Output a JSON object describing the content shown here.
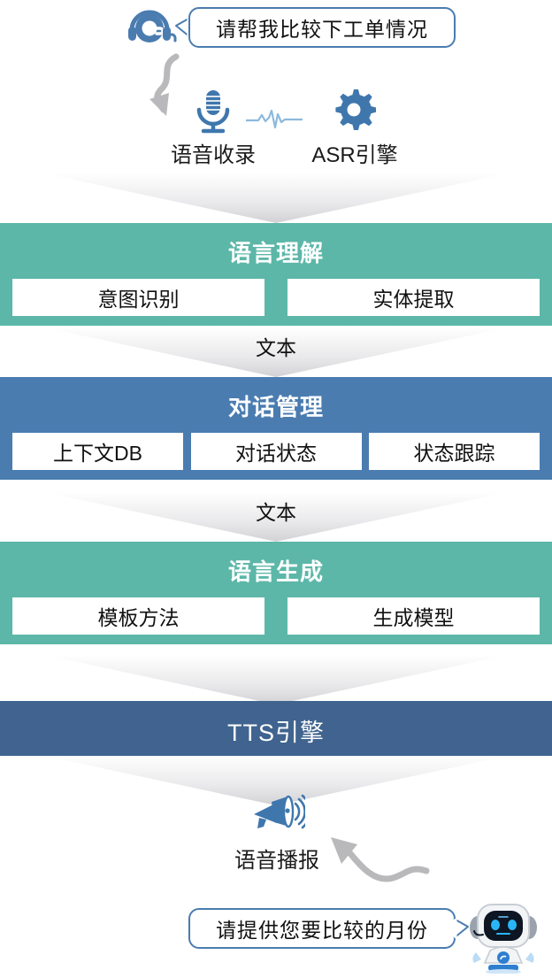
{
  "user_bubble": {
    "text": "请帮我比较下工单情况",
    "icon": "headset-icon",
    "border_color": "#4a7cb0"
  },
  "capture_row": {
    "items": [
      {
        "label": "语音收录",
        "icon": "microphone-icon"
      },
      {
        "label": "ASR引擎",
        "icon": "gear-icon"
      }
    ],
    "waveform_icon": "audio-waveform-icon",
    "icon_color": "#3f77ad"
  },
  "flow_arrows": [
    {
      "id": "arrow-1",
      "label": ""
    },
    {
      "id": "arrow-2",
      "label": "文本"
    },
    {
      "id": "arrow-3",
      "label": "文本"
    },
    {
      "id": "arrow-4",
      "label": ""
    },
    {
      "id": "arrow-5",
      "label": ""
    }
  ],
  "stages": [
    {
      "id": "nlu",
      "title": "语言理解",
      "color": "#5cb7a8",
      "boxes": [
        "意图识别",
        "实体提取"
      ]
    },
    {
      "id": "dialogue-management",
      "title": "对话管理",
      "color": "#4a7cb0",
      "boxes": [
        "上下文DB",
        "对话状态",
        "状态跟踪"
      ]
    },
    {
      "id": "nlg",
      "title": "语言生成",
      "color": "#5cb7a8",
      "boxes": [
        "模板方法",
        "生成模型"
      ]
    },
    {
      "id": "tts",
      "title": "TTS引擎",
      "color": "#40648f",
      "boxes": []
    }
  ],
  "output": {
    "label": "语音播报",
    "icon": "megaphone-icon",
    "bot_bubble": {
      "text": "请提供您要比较的月份",
      "icon": "robot-icon",
      "border_color": "#4a7cb0"
    }
  },
  "colors": {
    "green": "#5cb7a8",
    "blue": "#4a7cb0",
    "dark_blue": "#40648f",
    "arrow_gray": "#b9b9bc",
    "icon_blue": "#3f77ad"
  }
}
